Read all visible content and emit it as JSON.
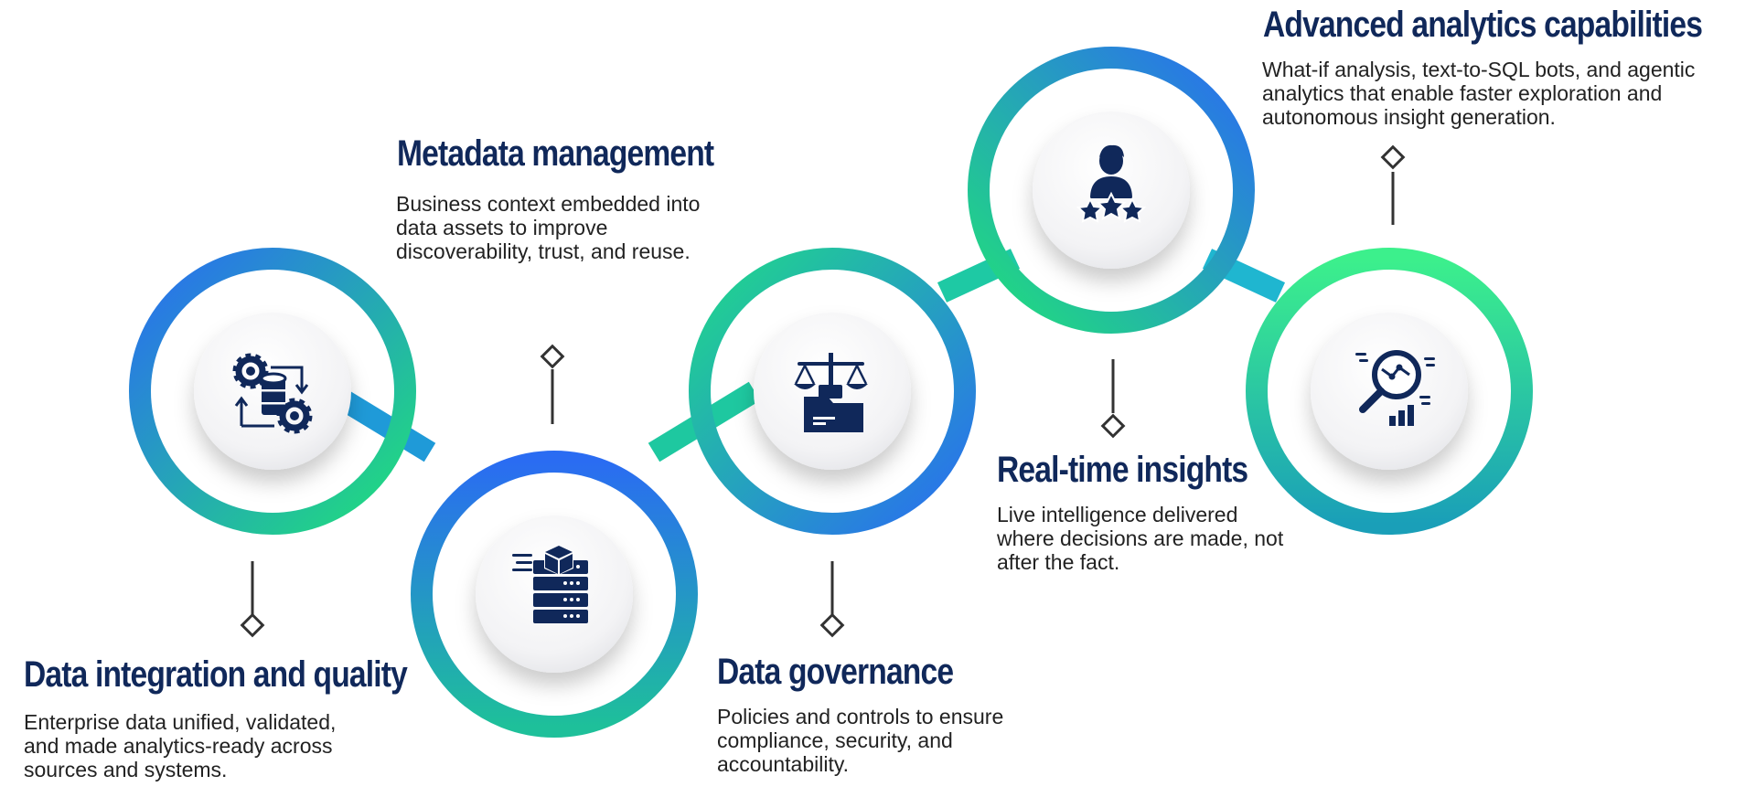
{
  "colors": {
    "navy": "#10285a",
    "blue": "#2a6cf2",
    "green": "#20e07a",
    "connector": "#333333",
    "text": "#222222"
  },
  "steps": [
    {
      "id": "data-integration",
      "title": "Data integration and quality",
      "description": "Enterprise data unified, validated,\nand made analytics-ready across\nsources and systems.",
      "icon": "gears-database-icon"
    },
    {
      "id": "metadata",
      "title": "Metadata management",
      "description": "Business context embedded into\ndata assets to improve\ndiscoverability, trust, and reuse.",
      "icon": "server-cube-icon"
    },
    {
      "id": "governance",
      "title": "Data governance",
      "description": "Policies and controls to ensure\ncompliance, security, and\naccountability.",
      "icon": "scales-folder-icon"
    },
    {
      "id": "realtime",
      "title": "Real-time insights",
      "description": "Live intelligence delivered\nwhere decisions are made, not\nafter the fact.",
      "icon": "person-stars-icon"
    },
    {
      "id": "advanced",
      "title": "Advanced analytics capabilities",
      "description": "What-if analysis, text-to-SQL bots, and agentic\nanalytics that enable faster exploration and\nautonomous insight generation.",
      "icon": "magnifier-chart-icon"
    }
  ]
}
